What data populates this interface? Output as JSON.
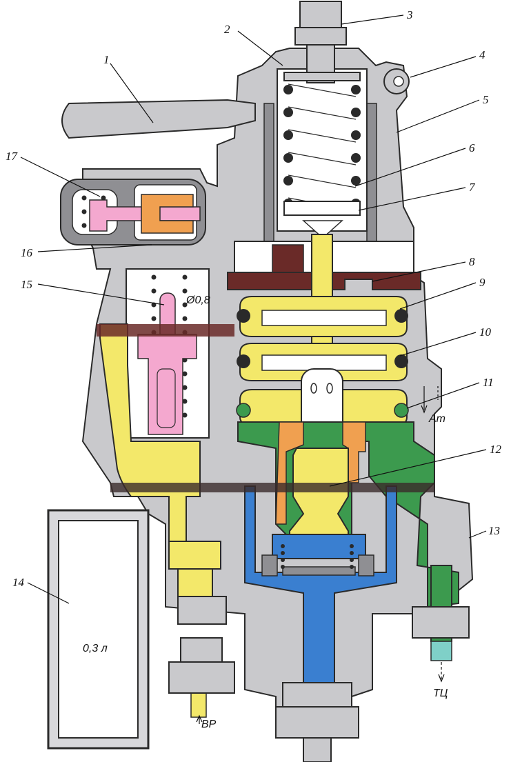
{
  "callouts": [
    "1",
    "2",
    "3",
    "4",
    "5",
    "6",
    "7",
    "8",
    "9",
    "10",
    "11",
    "12",
    "13",
    "14",
    "15",
    "16",
    "17"
  ],
  "labels": {
    "reservoir_volume": "0,3 л",
    "orifice": "Ø0,8",
    "port_atmosphere": "Ат",
    "port_vr": "ВР",
    "port_tc": "ТЦ"
  },
  "colors": {
    "body": "#c9c9cc",
    "body_dark": "#8f8f93",
    "outline": "#2a2a2a",
    "piston": "#f3e86a",
    "pink": "#f4a8cf",
    "orange": "#f0a050",
    "green": "#3c9a4e",
    "blue": "#3a7fd0",
    "brown": "#6a2a28",
    "teal": "#7fd0c8"
  }
}
